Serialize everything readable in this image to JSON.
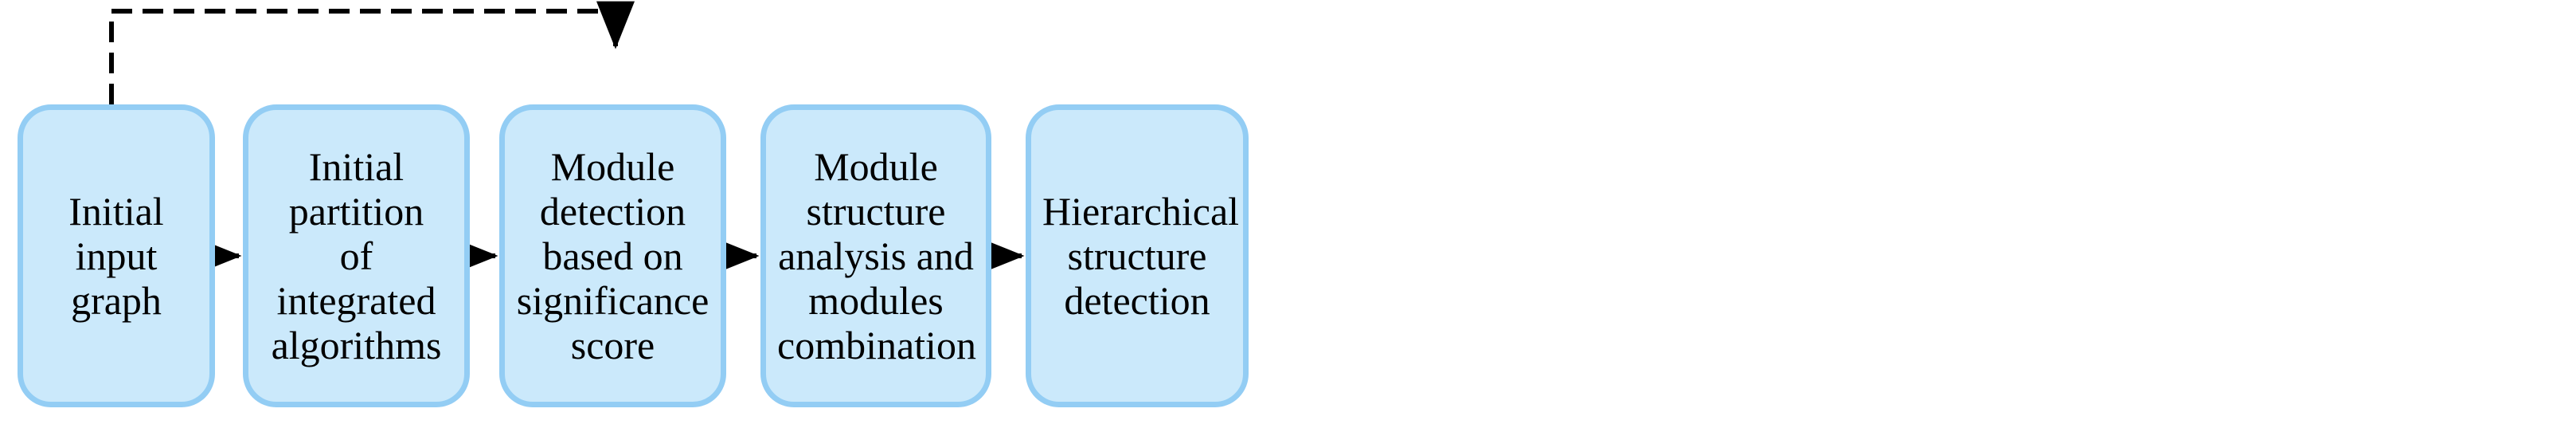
{
  "diagram": {
    "type": "flowchart",
    "orientation": "left-to-right",
    "background_color": "#ffffff",
    "node_fill_color": "#cbe9fb",
    "node_border_color": "#93cdf4",
    "edge_color": "#000000",
    "nodes": [
      {
        "id": "initial-input-graph",
        "label": "Initial\ninput graph"
      },
      {
        "id": "initial-partition",
        "label": "Initial partition\nof\nintegrated\nalgorithms"
      },
      {
        "id": "module-detection",
        "label": "Module detection\nbased on\nsignificance score"
      },
      {
        "id": "module-structure-analysis",
        "label": "Module structure\nanalysis and\nmodules\ncombination"
      },
      {
        "id": "hierarchical-structure",
        "label": "Hierarchical\nstructure\ndetection"
      }
    ],
    "edges": [
      {
        "id": "edge-1-2",
        "from": "initial-input-graph",
        "to": "initial-partition",
        "style": "solid",
        "arrow": "right",
        "label": ""
      },
      {
        "id": "edge-2-3",
        "from": "initial-partition",
        "to": "module-detection",
        "style": "solid",
        "arrow": "right",
        "label": ""
      },
      {
        "id": "edge-3-4",
        "from": "module-detection",
        "to": "module-structure-analysis",
        "style": "solid",
        "arrow": "right",
        "label": ""
      },
      {
        "id": "edge-4-5",
        "from": "module-structure-analysis",
        "to": "hierarchical-structure",
        "style": "solid",
        "arrow": "right",
        "label": ""
      },
      {
        "id": "edge-feedback",
        "from": "initial-input-graph",
        "to": "module-detection",
        "style": "dashed",
        "arrow": "down",
        "label": ""
      }
    ]
  }
}
